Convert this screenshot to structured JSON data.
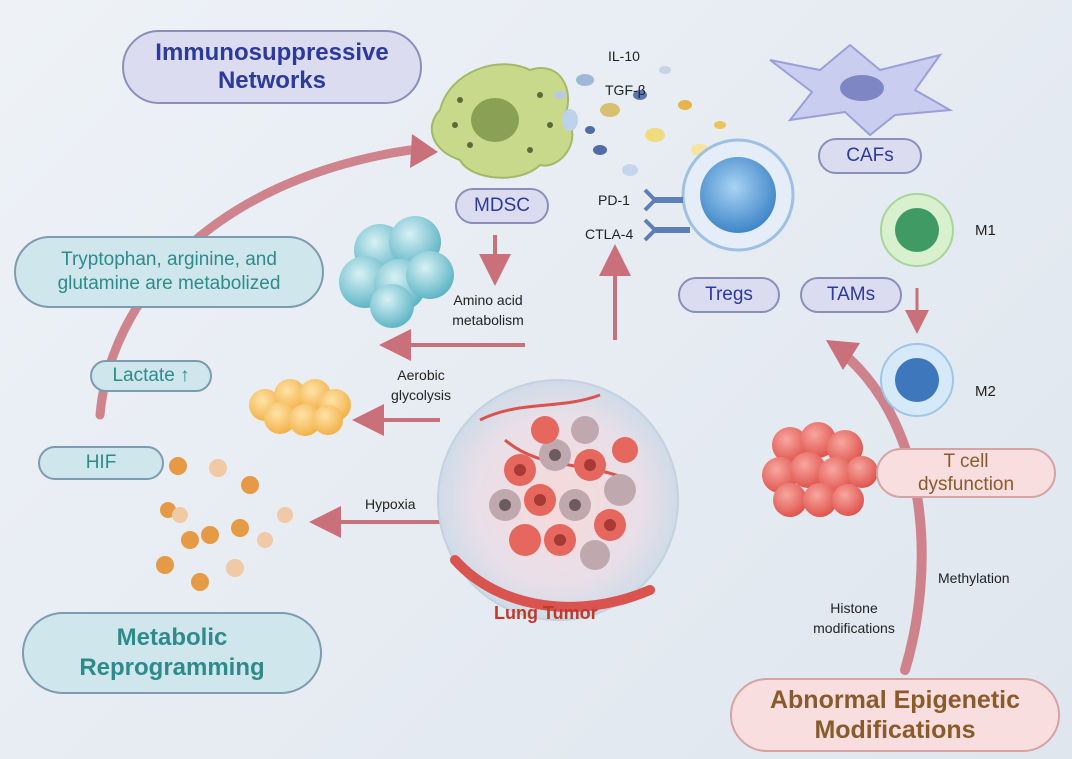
{
  "sections": {
    "immunosuppressive": "Immunosuppressive Networks",
    "metabolic": "Metabolic Reprogramming",
    "epigenetic": "Abnormal Epigenetic Modifications"
  },
  "center": {
    "tumor_label": "Lung Tumor"
  },
  "immune_cells": {
    "mdsc": "MDSC",
    "tregs": "Tregs",
    "tams": "TAMs",
    "cafs": "CAFs",
    "m1": "M1",
    "m2": "M2"
  },
  "cytokines": {
    "il10": "IL-10",
    "tgfb": "TGF-β"
  },
  "checkpoints": {
    "pd1": "PD-1",
    "ctla4": "CTLA-4"
  },
  "metabolism": {
    "amino_acid": "Amino acid metabolism",
    "aerobic": "Aerobic glycolysis",
    "hypoxia": "Hypoxia",
    "tryptophan": "Tryptophan, arginine, and glutamine are metabolized",
    "lactate": "Lactate ↑",
    "hif": "HIF"
  },
  "epigenetic": {
    "tcell": "T cell dysfunction",
    "methylation": "Methylation",
    "histone": "Histone modifications"
  }
}
